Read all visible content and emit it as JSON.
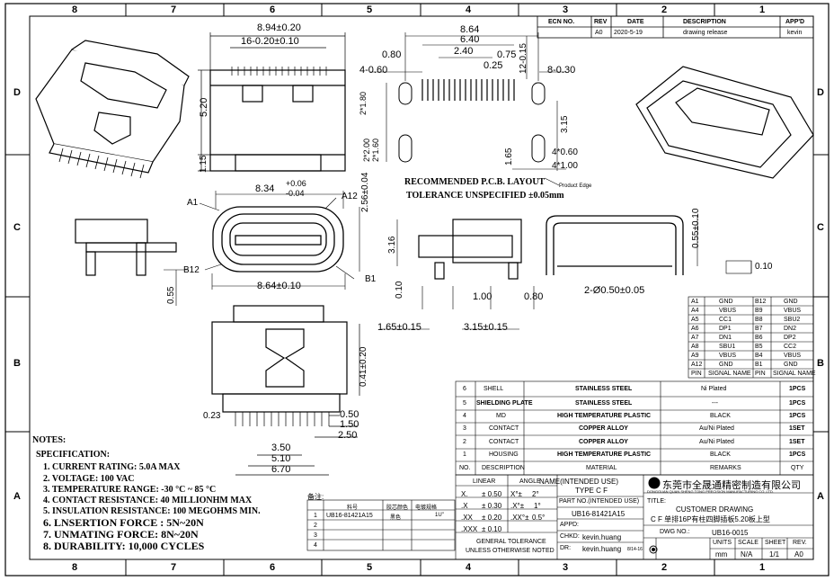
{
  "zones": {
    "top": [
      "8",
      "7",
      "6",
      "5",
      "4",
      "3",
      "2",
      "1"
    ],
    "bottom": [
      "8",
      "7",
      "6",
      "5",
      "4",
      "3",
      "2",
      "1"
    ],
    "left": [
      "D",
      "C",
      "B",
      "A"
    ],
    "right": [
      "D",
      "C",
      "B",
      "A"
    ]
  },
  "revision": {
    "headers": [
      "ECN NO.",
      "REV",
      "DATE",
      "DESCRIPTION",
      "APP'D"
    ],
    "row": {
      "ecn": "",
      "rev": "A0",
      "date": "2020-5-19",
      "description": "drawing release",
      "appd": "kevin"
    }
  },
  "dims": {
    "top_width": "8.94±0.20",
    "top_inner": "16-0.20±0.10",
    "side_520": "5.20",
    "side_115": "1.15",
    "pcb_864": "8.64",
    "pcb_640": "6.40",
    "pcb_240": "2.40",
    "pcb_075": "0.75",
    "pcb_025": "0.25",
    "pcb_080": "0.80",
    "pcb_4_060": "4-0.60",
    "pcb_8_030": "8-0.30",
    "pcb_12_015": "12-0.15",
    "pcb_2x180": "2*1.80",
    "pcb_2x200": "2*2.00",
    "pcb_2x160": "2*1.60",
    "pcb_165": "1.65",
    "pcb_315": "3.15",
    "pcb_4x060": "4*0.60",
    "pcb_4x100": "4*1.00",
    "front_width": "8.34",
    "front_tol_plus": "+0.06",
    "front_tol_minus": "-0.04",
    "front_256": "2.56±0.04",
    "front_864": "8.64±0.10",
    "pin_a1": "A1",
    "pin_a12": "A12",
    "pin_b12": "B12",
    "pin_b1": "B1",
    "side_055": "0.55",
    "side_316": "3.16",
    "side_010": "0.10",
    "side_100": "1.00",
    "side_080": "0.80",
    "side_165": "1.65±0.15",
    "side_315": "3.15±0.15",
    "shell_055": "0.55±0.10",
    "shell_2x050": "2-Ø0.50±0.05",
    "flatness": "0.10",
    "bot_041": "0.41±0.20",
    "bot_023": "0.23",
    "bot_050": "0.50",
    "bot_150": "1.50",
    "bot_250": "2.50",
    "bot_350": "3.50",
    "bot_510": "5.10",
    "bot_670": "6.70"
  },
  "pcb_layout": {
    "title": "RECOMMENDED  P.C.B. LAYOUT",
    "tolerance": "TOLERANCE UNSPECIFIED ±0.05mm",
    "edge": "Product Edge"
  },
  "pin_table": {
    "rows": [
      [
        "A1",
        "GND",
        "B12",
        "GND"
      ],
      [
        "A4",
        "VBUS",
        "B9",
        "VBUS"
      ],
      [
        "A5",
        "CC1",
        "B8",
        "SBU2"
      ],
      [
        "A6",
        "DP1",
        "B7",
        "DN2"
      ],
      [
        "A7",
        "DN1",
        "B6",
        "DP2"
      ],
      [
        "A8",
        "SBU1",
        "B5",
        "CC2"
      ],
      [
        "A9",
        "VBUS",
        "B4",
        "VBUS"
      ],
      [
        "A12",
        "GND",
        "B1",
        "GND"
      ]
    ],
    "header": [
      "PIN",
      "SIGNAL NAME",
      "PIN",
      "SIGNAL NAME"
    ]
  },
  "bom": {
    "rows": [
      [
        "6",
        "SHELL",
        "STAINLESS STEEL",
        "Ni Plated",
        "1PCS"
      ],
      [
        "5",
        "SHIELDING PLATE",
        "STAINLESS STEEL",
        "---",
        "1PCS"
      ],
      [
        "4",
        "MD",
        "HIGH TEMPERATURE PLASTIC",
        "BLACK",
        "1PCS"
      ],
      [
        "3",
        "CONTACT",
        "COPPER ALLOY",
        "Au/Ni Plated",
        "1SET"
      ],
      [
        "2",
        "CONTACT",
        "COPPER ALLOY",
        "Au/Ni Plated",
        "1SET"
      ],
      [
        "1",
        "HOUSING",
        "HIGH TEMPERATURE PLASTIC",
        "BLACK",
        "1PCS"
      ]
    ],
    "header": [
      "NO.",
      "DESCRIPTION",
      "MATERIAL",
      "REMARKS",
      "QTY"
    ]
  },
  "notes": {
    "title": "NOTES:",
    "spec": "SPECIFICATION:",
    "items": [
      "1. CURRENT RATING: 5.0A MAX",
      "2. VOLTAGE: 100 VAC",
      "3. TEMPERATURE RANGE: -30 °C ~ 85 °C",
      "4. CONTACT RESISTANCE: 40 MILLIONHM MAX",
      "5. INSULATION RESISTANCE: 100 MEGOHMS MIN.",
      "6. LNSERTION FORCE : 5N~20N",
      "7. UNMATING FORCE: 8N~20N",
      "8. DURABILITY:   10,000 CYCLES"
    ]
  },
  "remark_table": {
    "title": "备注:",
    "header": [
      "",
      "料号",
      "胶芯颜色",
      "电镀规格"
    ],
    "rows": [
      [
        "1",
        "UB16-81421A15",
        "黑色",
        "1U\""
      ],
      [
        "2",
        "",
        "",
        ""
      ],
      [
        "3",
        "",
        "",
        ""
      ],
      [
        "4",
        "",
        "",
        ""
      ]
    ]
  },
  "tolerance": {
    "linear": "LINEAR",
    "angle": "ANGLE",
    "rows": [
      [
        "X.",
        "± 0.50",
        "X°±",
        "2°"
      ],
      [
        ".X",
        "± 0.30",
        ".X°±",
        "1°"
      ],
      [
        ".XX",
        "± 0.20",
        ".XX°±",
        "0.5°"
      ],
      [
        ".XXX",
        "± 0.10",
        "",
        ""
      ]
    ],
    "general": "GENERAL TOLERANCE",
    "unless": "UNLESS OTHERWISE NOTED"
  },
  "title_block": {
    "name_label": "NAME(INTENDED USE)",
    "name_value": "TYPE C F",
    "part_label": "PART NO.(INTENDED USE)",
    "part_value": "UB16-81421A15",
    "appd_label": "APPD:",
    "chkd_label": "CHKD:",
    "chkd_value": "kevin.huang",
    "dr_label": "DR:",
    "dr_value": "kevin.huang",
    "dr_date": "8/14-16",
    "company_cn": "东莞市全晟通精密制造有限公司",
    "company_en": "DONGGUAN QUAN SHENG TONG PRECISION  MANUFACTURING CO.,LTD.",
    "title_label": "TITLE:",
    "title_value": "CUSTOMER DRAWING",
    "subtitle": "C F 单排16P有柱四脚插板5.20板上型",
    "dwg_label": "DWG NO.:",
    "dwg_value": "UB16-0015",
    "units_label": "UNITS",
    "units_value": "mm",
    "scale_label": "SCALE",
    "scale_value": "N/A",
    "sheet_label": "SHEET",
    "sheet_value": "1/1",
    "rev_label": "REV.",
    "rev_value": "A0"
  }
}
